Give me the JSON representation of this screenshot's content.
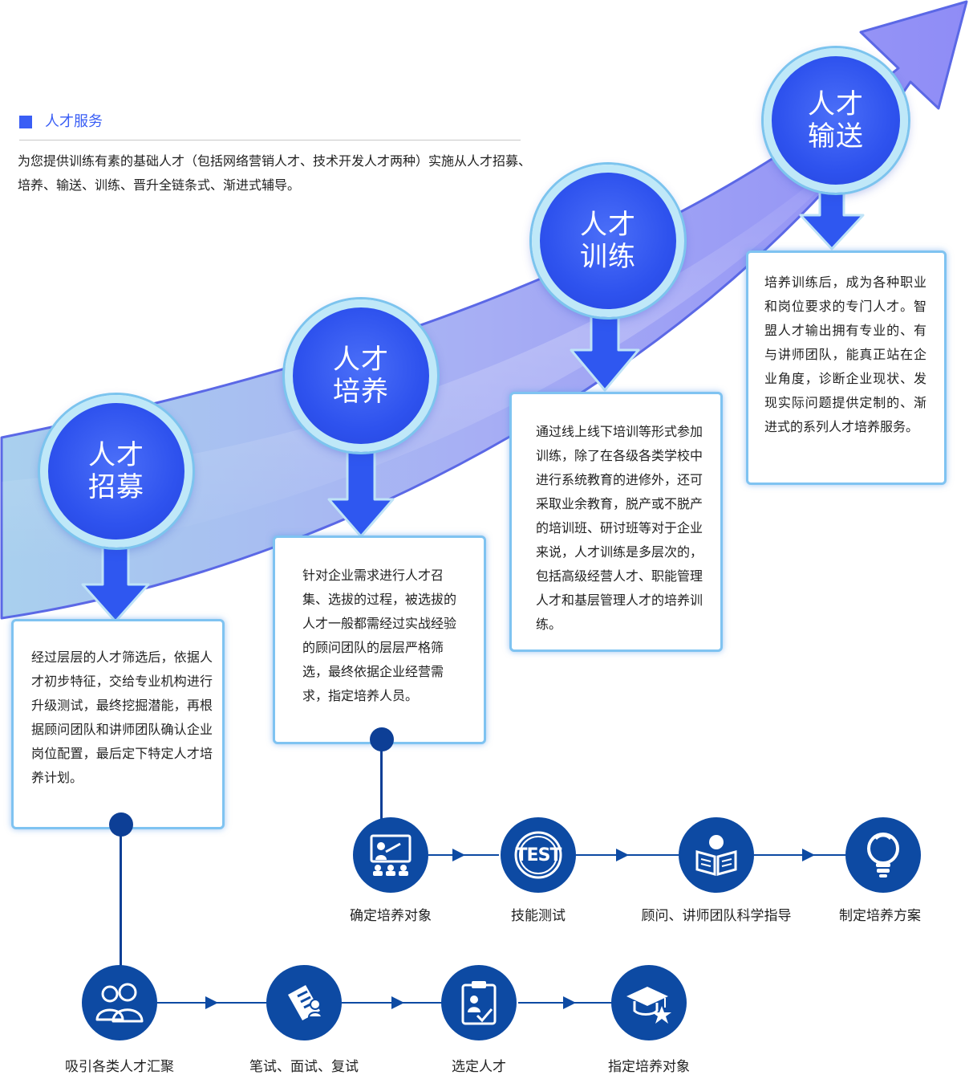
{
  "header": {
    "title": "人才服务",
    "intro": "为您提供训练有素的基础人才（包括网络营销人才、技术开发人才两种）实施从人才招募、培养、输送、训练、晋升全链条式、渐进式辅导。"
  },
  "stages": [
    {
      "line1": "人才",
      "line2": "招募",
      "description": "经过层层的人才筛选后，依据人才初步特征，交给专业机构进行升级测试，最终挖掘潜能，再根据顾问团队和讲师团队确认企业岗位配置，最后定下特定人才培养计划。"
    },
    {
      "line1": "人才",
      "line2": "培养",
      "description": "针对企业需求进行人才召集、选拔的过程，被选拔的人才一般都需经过实战经验的顾问团队的层层严格筛选，最终依据企业经营需求，指定培养人员。"
    },
    {
      "line1": "人才",
      "line2": "训练",
      "description": "通过线上线下培训等形式参加训练，除了在各级各类学校中进行系统教育的进修外，还可采取业余教育，脱产或不脱产的培训班、研讨班等对于企业来说，人才训练是多层次的，包括高级经营人才、职能管理人才和基层管理人才的培养训练。"
    },
    {
      "line1": "人才",
      "line2": "输送",
      "description": "培养训练后，成为各种职业和岗位要求的专门人才。智盟人才输出拥有专业的、有与讲师团队，能真正站在企业角度，诊断企业现状、发现实际问题提供定制的、渐进式的系列人才培养服务。"
    }
  ],
  "training_flow": [
    {
      "label": "确定培养对象",
      "icon": "teacher-board-icon"
    },
    {
      "label": "技能测试",
      "icon": "test-badge-icon",
      "badge": "TEST"
    },
    {
      "label": "顾问、讲师团队科学指导",
      "icon": "reading-person-icon"
    },
    {
      "label": "制定培养方案",
      "icon": "lightbulb-icon"
    }
  ],
  "recruit_flow": [
    {
      "label": "吸引各类人才汇聚",
      "icon": "people-group-icon"
    },
    {
      "label": "笔试、面试、复试",
      "icon": "exam-paper-icon"
    },
    {
      "label": "选定人才",
      "icon": "clipboard-person-icon"
    },
    {
      "label": "指定培养对象",
      "icon": "graduation-cap-icon"
    }
  ],
  "colors": {
    "accent": "#3a5ef5",
    "circle": "#2e52ee",
    "circle_ring": "#bfe8f8",
    "box_border": "#7fc3f1",
    "flow": "#0d4aa3",
    "band_start": "#a9d0ee",
    "band_end": "#8f8cf6"
  }
}
